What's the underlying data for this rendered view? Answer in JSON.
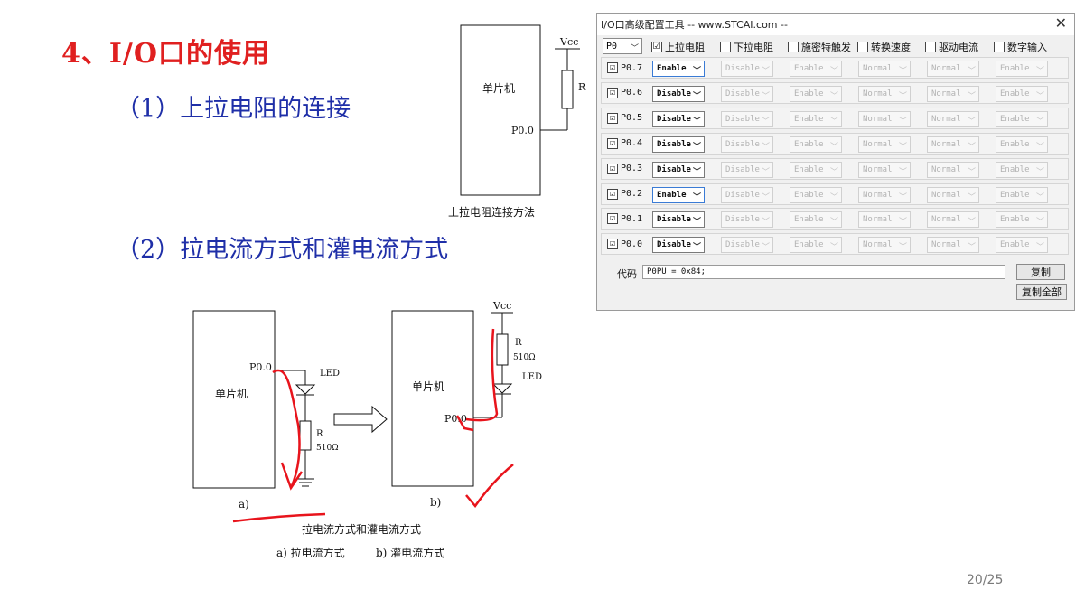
{
  "slide": {
    "title": "4、I/O口的使用",
    "subtitle1": "（1）上拉电阻的连接",
    "subtitle2": "（2）拉电流方式和灌电流方式",
    "page": "20/25"
  },
  "diagram_pullup": {
    "mcu_label": "单片机",
    "pin_label": "P0.0",
    "vcc_label": "Vcc",
    "resistor_label": "R",
    "caption": "上拉电阻连接方法"
  },
  "diagram_current": {
    "a": {
      "mcu_label": "单片机",
      "pin_label": "P0.0",
      "led_label": "LED",
      "resistor_label": "R",
      "resistor_value": "510Ω",
      "tag": "a)"
    },
    "b": {
      "mcu_label": "单片机",
      "pin_label": "P0.0",
      "vcc_label": "Vcc",
      "led_label": "LED",
      "resistor_label": "R",
      "resistor_value": "510Ω",
      "tag": "b)"
    },
    "caption": "拉电流方式和灌电流方式",
    "caption_a": "a) 拉电流方式",
    "caption_b": "b) 灌电流方式"
  },
  "dialog": {
    "title": "I/O口高级配置工具 -- www.STCAI.com --",
    "close": "✕",
    "port": "P0",
    "headers": [
      "上拉电阻",
      "下拉电阻",
      "施密特触发",
      "转换速度",
      "驱动电流",
      "数字输入"
    ],
    "header_checked": [
      true,
      false,
      false,
      false,
      false,
      false
    ],
    "rows": [
      {
        "pin": "P0.7",
        "values": [
          "Enable",
          "Disable",
          "Enable",
          "Normal",
          "Normal",
          "Enable"
        ]
      },
      {
        "pin": "P0.6",
        "values": [
          "Disable",
          "Disable",
          "Enable",
          "Normal",
          "Normal",
          "Enable"
        ]
      },
      {
        "pin": "P0.5",
        "values": [
          "Disable",
          "Disable",
          "Enable",
          "Normal",
          "Normal",
          "Enable"
        ]
      },
      {
        "pin": "P0.4",
        "values": [
          "Disable",
          "Disable",
          "Enable",
          "Normal",
          "Normal",
          "Enable"
        ]
      },
      {
        "pin": "P0.3",
        "values": [
          "Disable",
          "Disable",
          "Enable",
          "Normal",
          "Normal",
          "Enable"
        ]
      },
      {
        "pin": "P0.2",
        "values": [
          "Enable",
          "Disable",
          "Enable",
          "Normal",
          "Normal",
          "Enable"
        ]
      },
      {
        "pin": "P0.1",
        "values": [
          "Disable",
          "Disable",
          "Enable",
          "Normal",
          "Normal",
          "Enable"
        ]
      },
      {
        "pin": "P0.0",
        "values": [
          "Disable",
          "Disable",
          "Enable",
          "Normal",
          "Normal",
          "Enable"
        ]
      }
    ],
    "code_label": "代码",
    "code_value": "P0PU = 0x84;",
    "copy_label": "复制",
    "copy_all_label": "复制全部"
  },
  "colors": {
    "title": "#e02020",
    "subtitle": "#1f2fa8",
    "annotation": "#e8141c"
  }
}
